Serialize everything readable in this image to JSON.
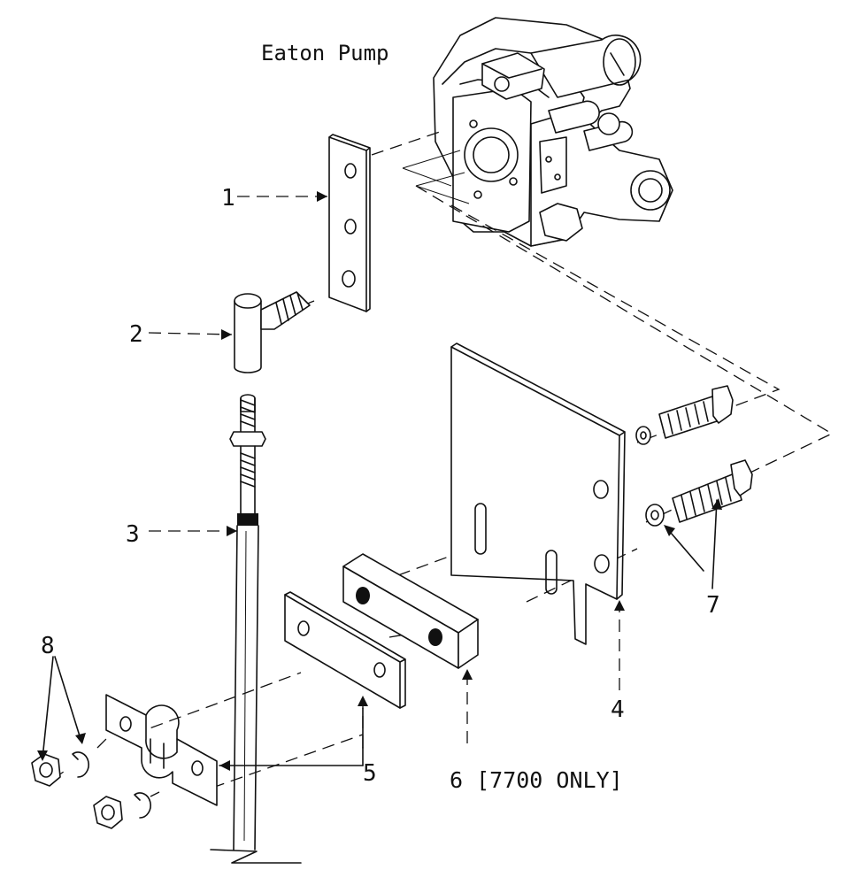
{
  "title": "Eaton Pump",
  "callouts": [
    {
      "id": "1",
      "text": "1"
    },
    {
      "id": "2",
      "text": "2"
    },
    {
      "id": "3",
      "text": "3"
    },
    {
      "id": "4",
      "text": "4"
    },
    {
      "id": "5",
      "text": "5"
    },
    {
      "id": "6",
      "text": "6 [7700 ONLY]"
    },
    {
      "id": "7",
      "text": "7"
    },
    {
      "id": "8",
      "text": "8"
    }
  ]
}
